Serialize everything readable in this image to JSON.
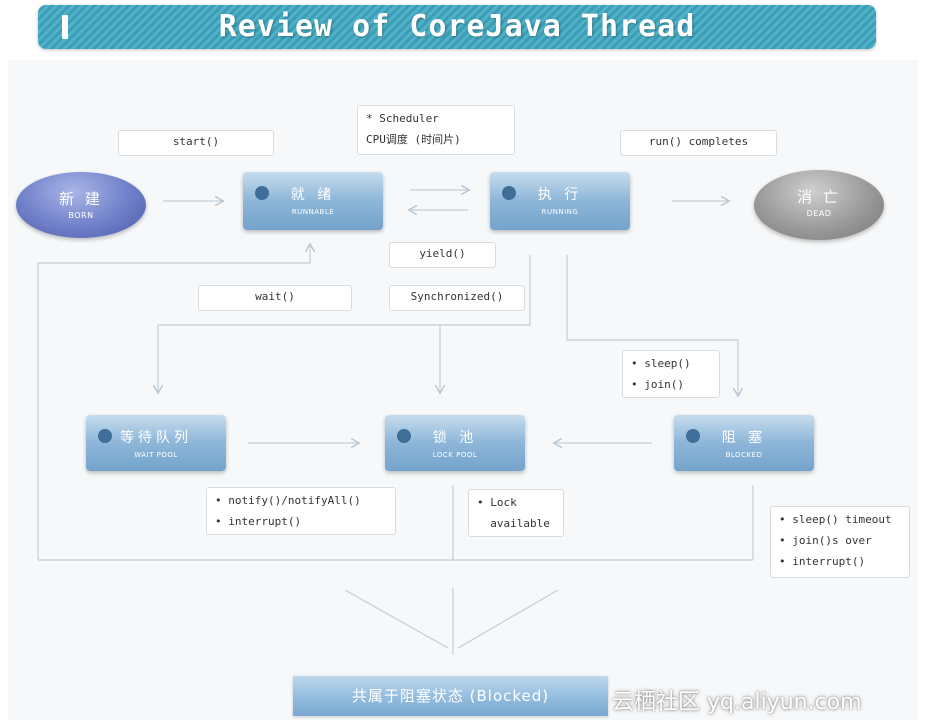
{
  "title": "Review of CoreJava Thread",
  "nodes": {
    "born": {
      "cn": "新 建",
      "en": "BORN"
    },
    "runnable": {
      "cn": "就 绪",
      "en": "RUNNABLE"
    },
    "running": {
      "cn": "执 行",
      "en": "RUNNING"
    },
    "dead": {
      "cn": "消 亡",
      "en": "DEAD"
    },
    "wait": {
      "cn": "等待队列",
      "en": "WAIT POOL"
    },
    "lock": {
      "cn": "锁 池",
      "en": "LOCK POOL"
    },
    "blocked": {
      "cn": "阻 塞",
      "en": "BLOCKED"
    }
  },
  "labels": {
    "start": "start()",
    "scheduler": [
      "* Scheduler",
      "CPU调度 (时间片)"
    ],
    "run_completes": "run() completes",
    "yield": "yield()",
    "wait": "wait()",
    "synchronized": "Synchronized()",
    "sleep_join": [
      "• sleep()",
      "• join()"
    ],
    "notify": [
      "• notify()/notifyAll()",
      "• interrupt()"
    ],
    "lock_available": [
      "• Lock",
      "  available"
    ],
    "timeout": [
      "• sleep() timeout",
      "• join()s over",
      "• interrupt()"
    ]
  },
  "bottom_bar": "共属于阻塞状态 (Blocked)",
  "watermark": "云栖社区 yq.aliyun.com",
  "colors": {
    "banner": "#3c9db5",
    "state_node": "#8db6d8",
    "born_node": "#6f7fc9",
    "dead_node": "#9a9a9a",
    "connector": "#c0ccd6"
  }
}
